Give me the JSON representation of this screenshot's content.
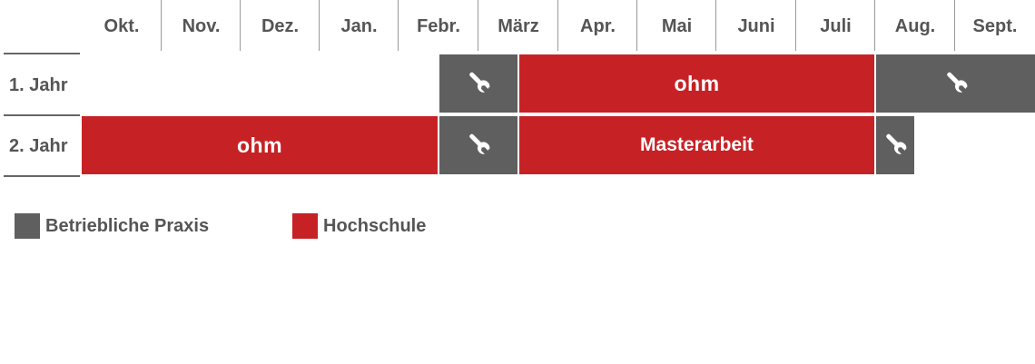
{
  "months": [
    "Okt.",
    "Nov.",
    "Dez.",
    "Jan.",
    "Febr.",
    "März",
    "Apr.",
    "Mai",
    "Juni",
    "Juli",
    "Aug.",
    "Sept."
  ],
  "rows": [
    {
      "label": "1. Jahr"
    },
    {
      "label": "2. Jahr"
    }
  ],
  "segments": {
    "y1_praxis_1": {
      "type": "praxis",
      "icon": "wrench-icon",
      "months": "Febr."
    },
    "y1_hochschule": {
      "type": "hochschule",
      "logo_text": "ohm",
      "months": "März–Juli"
    },
    "y1_praxis_2": {
      "type": "praxis",
      "icon": "wrench-icon",
      "months": "Aug.–Sept."
    },
    "y2_hochschule": {
      "type": "hochschule",
      "logo_text": "ohm",
      "months": "Okt.–Jan."
    },
    "y2_praxis_1": {
      "type": "praxis",
      "icon": "wrench-icon",
      "months": "Febr."
    },
    "y2_masterarbeit": {
      "type": "hochschule",
      "text": "Masterarbeit",
      "months": "März–Juli"
    },
    "y2_praxis_2": {
      "type": "praxis",
      "icon": "wrench-icon",
      "months": "Aug."
    }
  },
  "legend": [
    {
      "label": "Betriebliche Praxis",
      "color": "#5f5f5f"
    },
    {
      "label": "Hochschule",
      "color": "#c62226"
    }
  ],
  "colors": {
    "hochschule": "#c62226",
    "praxis": "#5f5f5f",
    "text": "#555555"
  }
}
